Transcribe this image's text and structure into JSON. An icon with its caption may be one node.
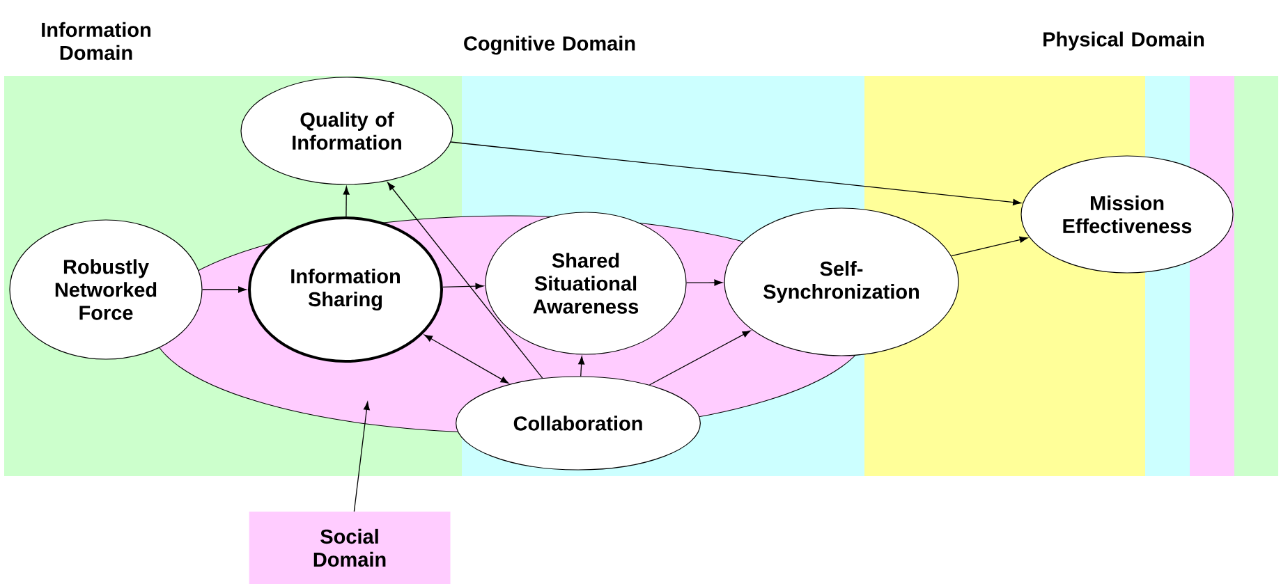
{
  "diagram": {
    "nodes": [
      {
        "text": [
          "Quality of Information"
        ]
      },
      {
        "text": [
          "Mission Effectiveness"
        ]
      },
      {
        "text": [
          "Robustly Networked Force"
        ]
      },
      {
        "text": [
          "Information Sharing"
        ]
      },
      {
        "text": [
          "Shared Situational Awareness"
        ]
      },
      {
        "text": [
          "Self-Synchronization"
        ]
      },
      {
        "text": [
          "Collaboration"
        ]
      },
      {
        "text": [
          "Social Domain"
        ]
      }
    ],
    "edges": [
      {
        "from": 2,
        "to": 3,
        "arrow": "to"
      },
      {
        "from": 3,
        "to": 0,
        "arrow": "to"
      },
      {
        "from": 3,
        "to": 4,
        "arrow": "to"
      },
      {
        "from": 6,
        "to": 0,
        "arrow": "to"
      },
      {
        "from": 3,
        "to": 6,
        "arrow": "both"
      },
      {
        "from": 6,
        "to": 4,
        "arrow": "to"
      },
      {
        "from": 6,
        "to": 5,
        "arrow": "to"
      },
      {
        "from": 4,
        "to": 5,
        "arrow": "to"
      },
      {
        "from": 5,
        "to": 1,
        "arrow": "to"
      },
      {
        "from": 0,
        "to": 1,
        "arrow": "to"
      },
      {
        "from": 7,
        "to": null,
        "arrow": "to"
      }
    ],
    "labels": [
      "Information Domain",
      "Cognitive Domain",
      "Physical Domain"
    ]
  }
}
